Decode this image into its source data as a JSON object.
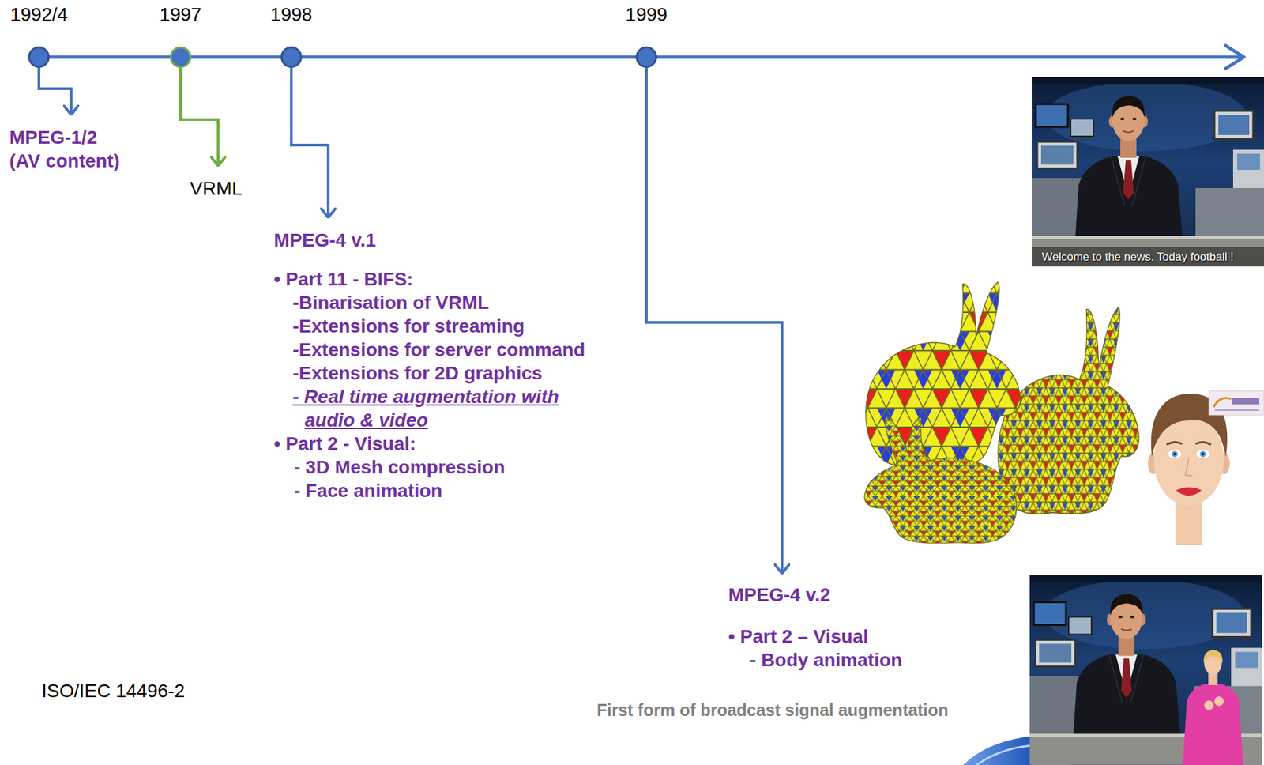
{
  "diagram": {
    "nodes": [
      {
        "text": [
          "1992/4"
        ]
      },
      {
        "text": [
          "1997"
        ]
      },
      {
        "text": [
          "1998"
        ]
      },
      {
        "text": [
          "1999"
        ]
      },
      {
        "text": [
          "MPEG-1/2 (AV content)"
        ]
      },
      {
        "text": [
          "VRML"
        ]
      },
      {
        "text": [
          "MPEG-4 v.1",
          "• Part 11 - BIFS:",
          "-Binarisation of VRML",
          "-Extensions for streaming",
          "-Extensions for server command",
          "-Extensions for 2D graphics",
          "- Real time augmentation with audio & video",
          "• Part 2 - Visual:",
          "- 3D Mesh compression",
          "- Face animation"
        ]
      },
      {
        "text": [
          "MPEG-4 v.2",
          "• Part 2 – Visual",
          "- Body animation"
        ]
      }
    ],
    "edges": [
      {
        "from": 0,
        "to": 4,
        "arrow": "to"
      },
      {
        "from": 1,
        "to": 5,
        "arrow": "to"
      },
      {
        "from": 2,
        "to": 6,
        "arrow": "to"
      },
      {
        "from": 3,
        "to": 7,
        "arrow": "to"
      }
    ],
    "labels": [
      "ISO/IEC 14496-2",
      "First form of broadcast signal augmentation",
      "Welcome to the news. Today football !"
    ]
  }
}
